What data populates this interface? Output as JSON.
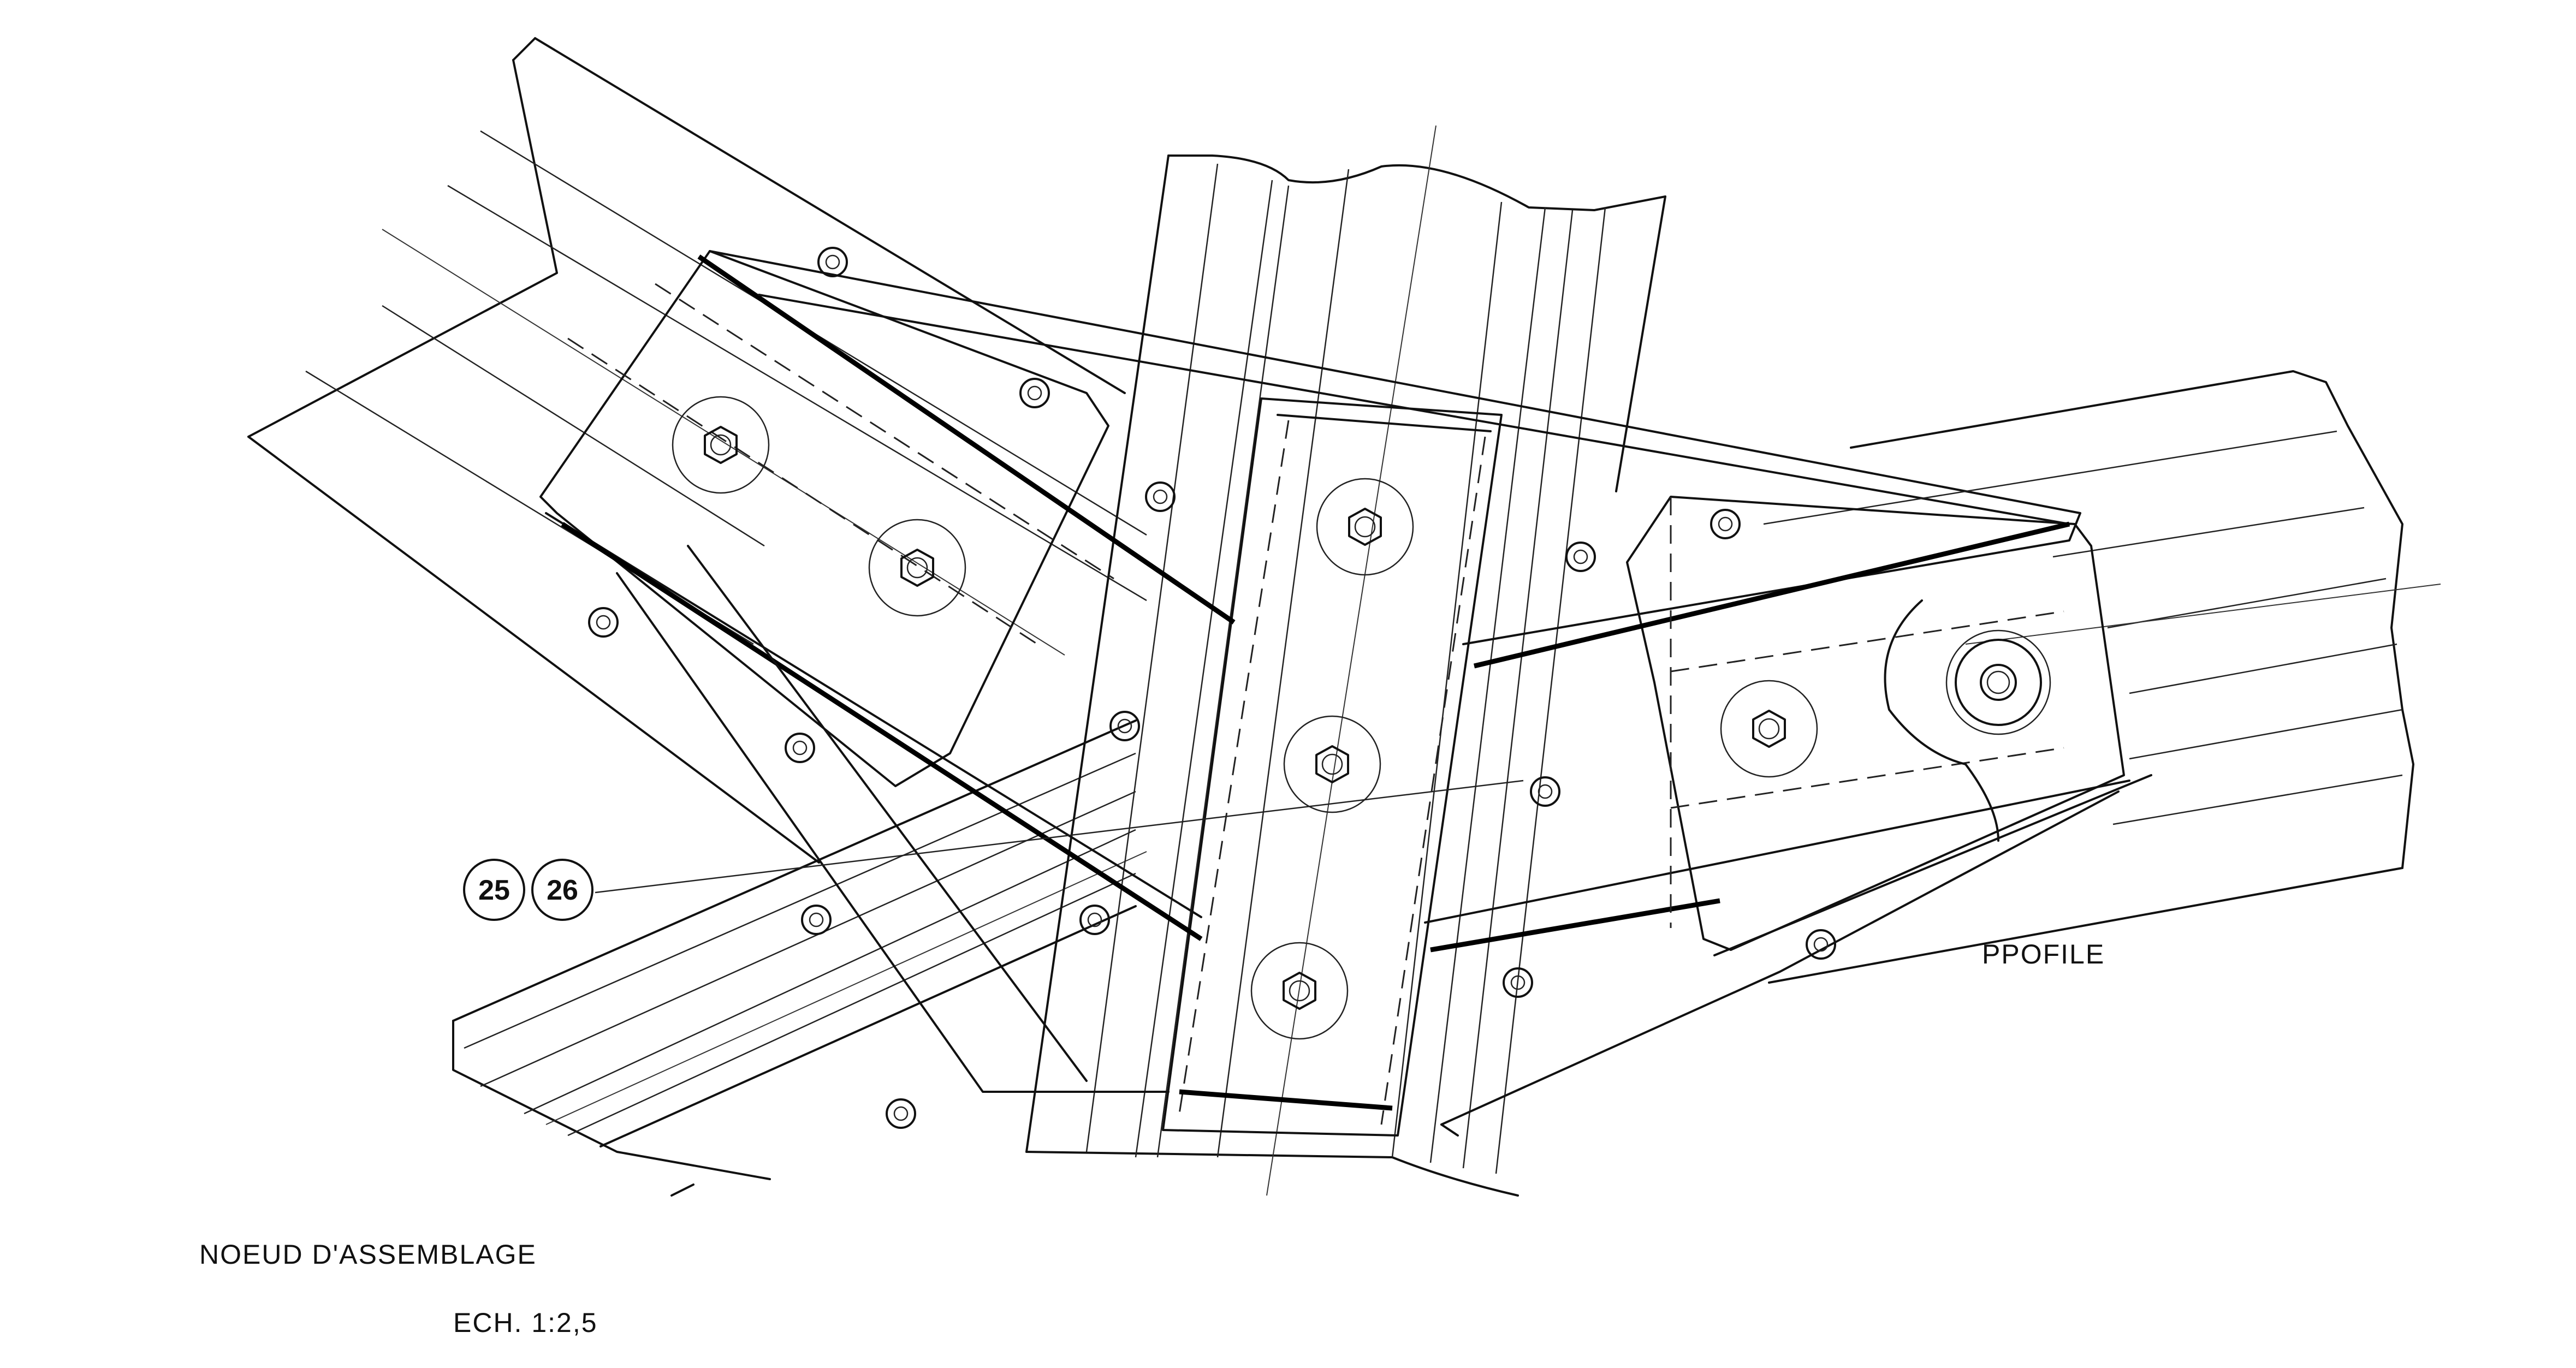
{
  "drawing": {
    "title": "NOEUD D'ASSEMBLAGE",
    "scale": "ECH. 1:2,5",
    "profile_label": "PPOFILE",
    "callouts": [
      "25",
      "26"
    ]
  }
}
